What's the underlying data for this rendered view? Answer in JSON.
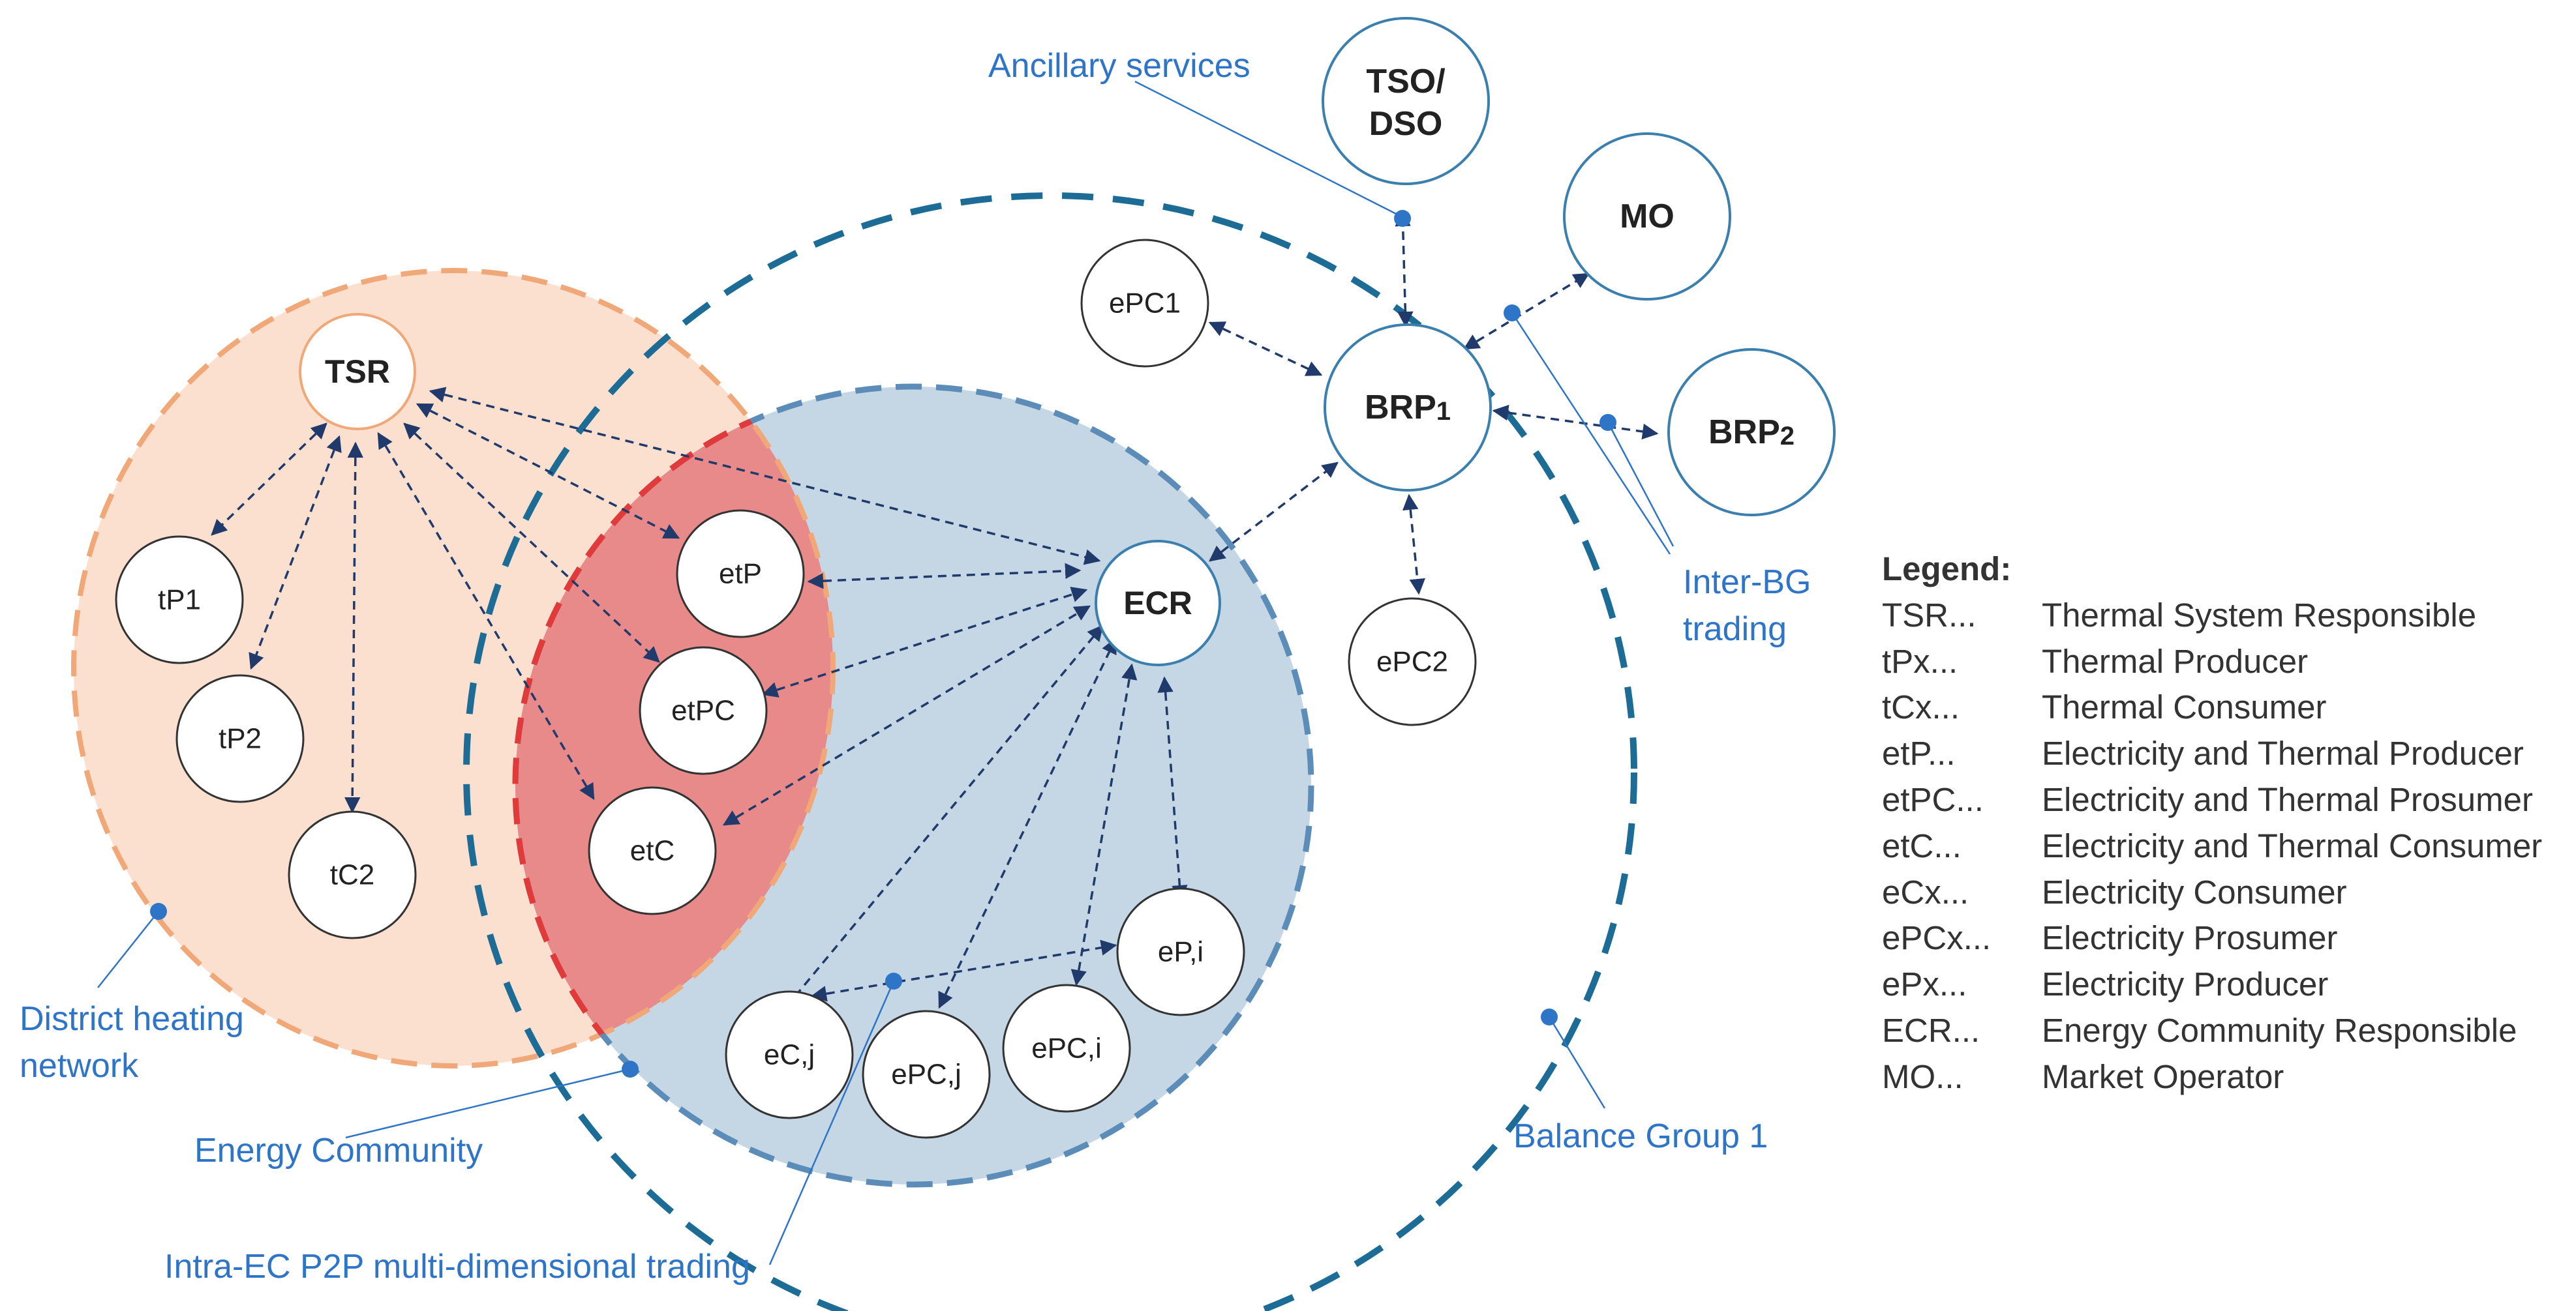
{
  "nodes": {
    "TSR": "TSR",
    "tP1": "tP1",
    "tP2": "tP2",
    "tC2": "tC2",
    "etP": "etP",
    "etPC": "etPC",
    "etC": "etC",
    "ECR": "ECR",
    "eCj": "eC,j",
    "ePCj": "ePC,j",
    "ePCi": "ePC,i",
    "ePi": "eP,i",
    "ePC1": "ePC1",
    "ePC2": "ePC2",
    "BRP1_main": "BRP",
    "BRP1_sub": "1",
    "BRP2_main": "BRP",
    "BRP2_sub": "2",
    "MO": "MO",
    "TSO_line1": "TSO/",
    "TSO_line2": "DSO"
  },
  "annotations": {
    "ancillary": "Ancillary services",
    "inter_bg_1": "Inter-BG",
    "inter_bg_2": "trading",
    "dhn_1": "District heating",
    "dhn_2": "network",
    "energy_community": "Energy Community",
    "balance_group": "Balance Group 1",
    "intra_ec": "Intra-EC P2P multi-dimensional trading"
  },
  "legend": {
    "title": "Legend:",
    "items": [
      {
        "abbr": "TSR...",
        "desc": "Thermal System Responsible"
      },
      {
        "abbr": "tPx...",
        "desc": "Thermal Producer"
      },
      {
        "abbr": "tCx...",
        "desc": "Thermal Consumer"
      },
      {
        "abbr": "etP...",
        "desc": "Electricity and Thermal Producer"
      },
      {
        "abbr": "etPC...",
        "desc": "Electricity and Thermal Prosumer"
      },
      {
        "abbr": "etC...",
        "desc": "Electricity and Thermal Consumer"
      },
      {
        "abbr": "eCx...",
        "desc": "Electricity Consumer"
      },
      {
        "abbr": "ePCx...",
        "desc": "Electricity Prosumer"
      },
      {
        "abbr": "ePx...",
        "desc": "Electricity Producer"
      },
      {
        "abbr": "ECR...",
        "desc": "Energy Community Responsible"
      },
      {
        "abbr": "MO...",
        "desc": "Market Operator"
      }
    ]
  },
  "colors": {
    "heating_fill": "#FCE0CF",
    "heating_stroke": "#F0A878",
    "ec_fill": "#C5D6E5",
    "ec_stroke": "#5B8DB8",
    "overlap_fill": "#E8898A",
    "overlap_stroke": "#E03A3A",
    "bg_stroke": "#1C6C96",
    "node_stroke": "#3A7FAE",
    "arrow": "#1F3A6B",
    "annotation": "#2E75C8"
  }
}
